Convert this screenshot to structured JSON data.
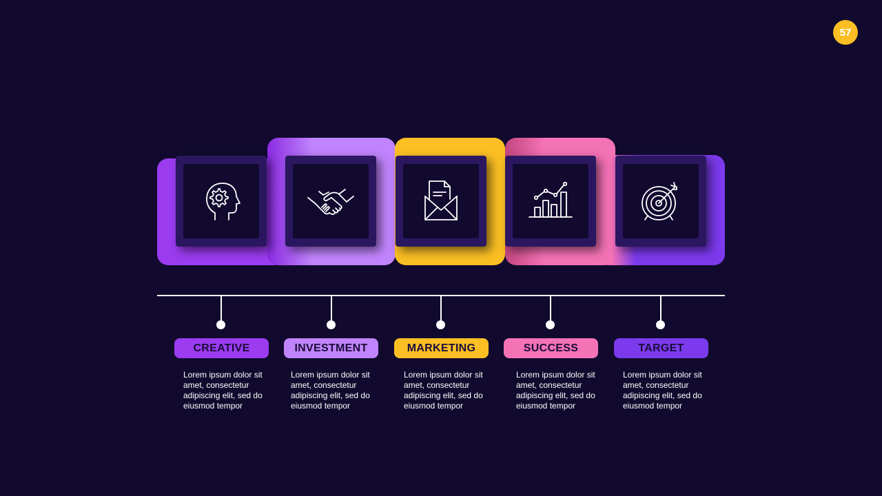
{
  "page_number": "57",
  "steps": [
    {
      "label": "CREATIVE",
      "icon": "head-gear-icon",
      "color": "#9b3cf0",
      "description": "Lorem ipsum dolor sit amet, consectetur adipiscing elit, sed do eiusmod tempor"
    },
    {
      "label": "INVESTMENT",
      "icon": "handshake-icon",
      "color": "#c084fc",
      "description": "Lorem ipsum dolor sit amet, consectetur adipiscing elit, sed do eiusmod tempor"
    },
    {
      "label": "MARKETING",
      "icon": "mail-letter-icon",
      "color": "#fbbf24",
      "description": "Lorem ipsum dolor sit amet, consectetur adipiscing elit, sed do eiusmod tempor"
    },
    {
      "label": "SUCCESS",
      "icon": "growth-chart-icon",
      "color": "#f472b6",
      "description": "Lorem ipsum dolor sit amet, consectetur adipiscing elit, sed do eiusmod tempor"
    },
    {
      "label": "TARGET",
      "icon": "target-icon",
      "color": "#7c3aed",
      "description": "Lorem ipsum dolor sit amet, consectetur adipiscing elit, sed do eiusmod tempor"
    }
  ]
}
